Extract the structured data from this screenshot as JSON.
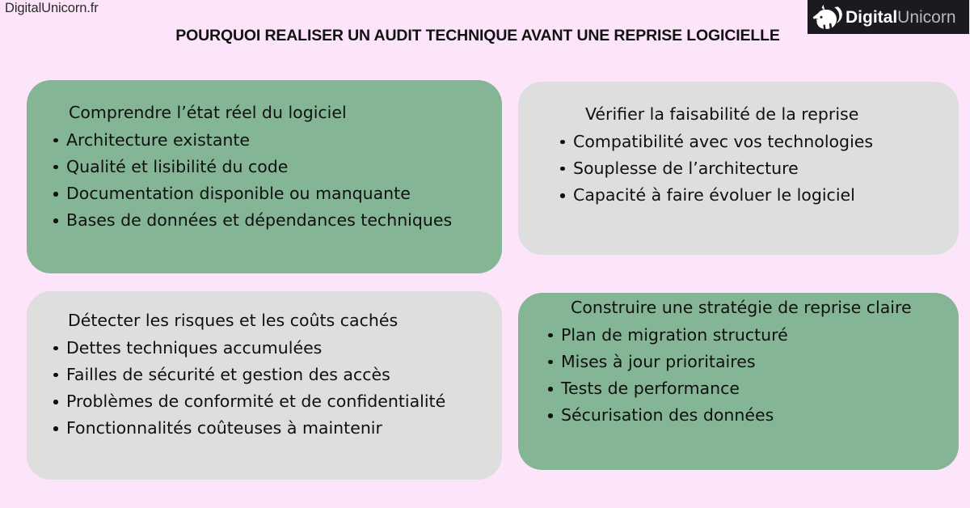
{
  "header": {
    "site_name": "DigitalUnicorn.fr",
    "title": "POURQUOI REALISER UN AUDIT TECHNIQUE AVANT UNE REPRISE LOGICIELLE",
    "logo": {
      "text_bold": "Digital",
      "text_light": "Unicorn",
      "icon": "unicorn-head-icon",
      "background_color": "#1b1b1f"
    }
  },
  "colors": {
    "page_background": "#fce4fa",
    "card_green": "#84b695",
    "card_gray": "#dedede",
    "text": "#101010"
  },
  "cards": [
    {
      "heading": "Comprendre l’état réel du logiciel",
      "color": "green",
      "items": [
        "Architecture existante",
        "Qualité et lisibilité du code",
        "Documentation disponible ou manquante",
        "Bases de données et dépendances techniques"
      ]
    },
    {
      "heading": "Vérifier la faisabilité de la reprise",
      "color": "gray",
      "items": [
        "Compatibilité avec vos technologies",
        "Souplesse de l’architecture",
        "Capacité à faire évoluer le logiciel"
      ]
    },
    {
      "heading": "Détecter les risques et les coûts cachés",
      "color": "gray",
      "items": [
        "Dettes techniques accumulées",
        "Failles de sécurité et gestion des accès",
        "Problèmes de conformité et de confidentialité",
        "Fonctionnalités coûteuses à maintenir"
      ]
    },
    {
      "heading": "Construire une stratégie de reprise claire",
      "color": "green",
      "items": [
        "Plan de migration structuré",
        "Mises à jour prioritaires",
        "Tests de performance",
        "Sécurisation des données"
      ]
    }
  ]
}
